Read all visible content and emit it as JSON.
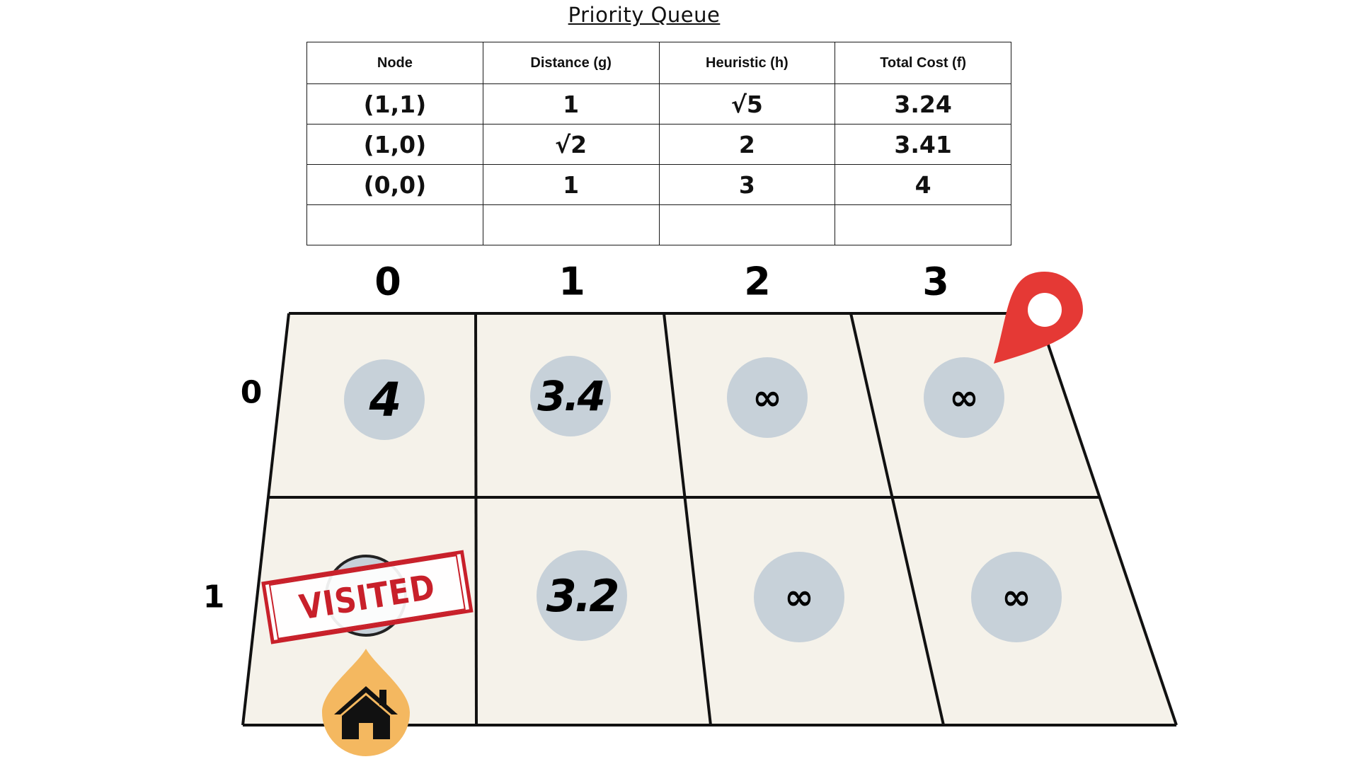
{
  "title": "Priority Queue",
  "table": {
    "headers": [
      "Node",
      "Distance (g)",
      "Heuristic (h)",
      "Total Cost (f)"
    ],
    "rows": [
      [
        "(1,1)",
        "1",
        "√5",
        "3.24"
      ],
      [
        "(1,0)",
        "√2",
        "2",
        "3.41"
      ],
      [
        "(0,0)",
        "1",
        "3",
        "4"
      ],
      [
        "",
        "",
        "",
        ""
      ]
    ]
  },
  "grid": {
    "col_labels": [
      "0",
      "1",
      "2",
      "3"
    ],
    "row_labels": [
      "0",
      "1"
    ],
    "cells": [
      [
        "4",
        "3.4",
        "∞",
        "∞"
      ],
      [
        "",
        "3.2",
        "∞",
        "∞"
      ]
    ],
    "visited_stamp": "VISITED",
    "start_icon": "home-icon",
    "goal_icon": "location-pin-icon",
    "colors": {
      "cell_fill": "#f5f2ea",
      "node_fill": "#c7d1d9",
      "stamp": "#c8202a",
      "pin": "#e53935",
      "home": "#f4b860"
    }
  }
}
